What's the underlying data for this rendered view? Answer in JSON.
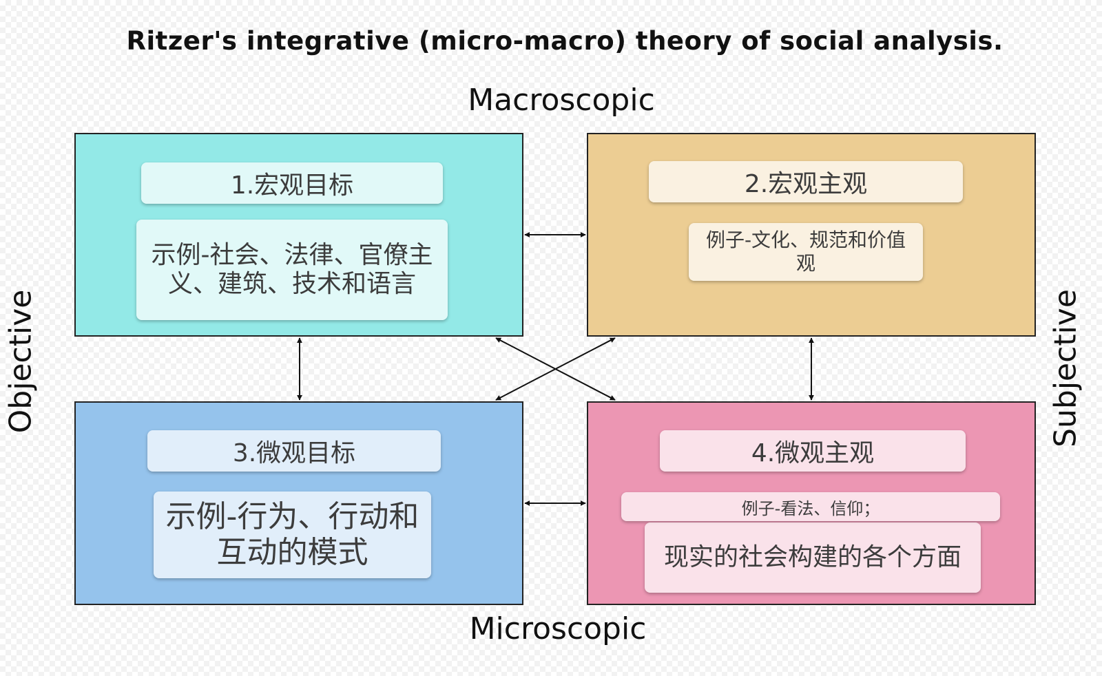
{
  "title": "Ritzer's integrative (micro-macro) theory of social analysis.",
  "axes": {
    "top": "Macroscopic",
    "bottom": "Microscopic",
    "left": "Objective",
    "right": "Subjective"
  },
  "quadrants": [
    {
      "heading": "1.宏观目标",
      "examples": [
        "示例-社会、法律、官僚主义、建筑、技术和语言"
      ],
      "color": "#93e9e7"
    },
    {
      "heading": "2.宏观主观",
      "examples": [
        "例子-文化、规范和价值观"
      ],
      "color": "#eccd93"
    },
    {
      "heading": "3.微观目标",
      "examples": [
        "示例-行为、行动和互动的模式"
      ],
      "color": "#95c3ec"
    },
    {
      "heading": "4.微观主观",
      "examples": [
        "例子-看法、信仰；",
        "现实的社会构建的各个方面"
      ],
      "color": "#ec96b3"
    }
  ]
}
